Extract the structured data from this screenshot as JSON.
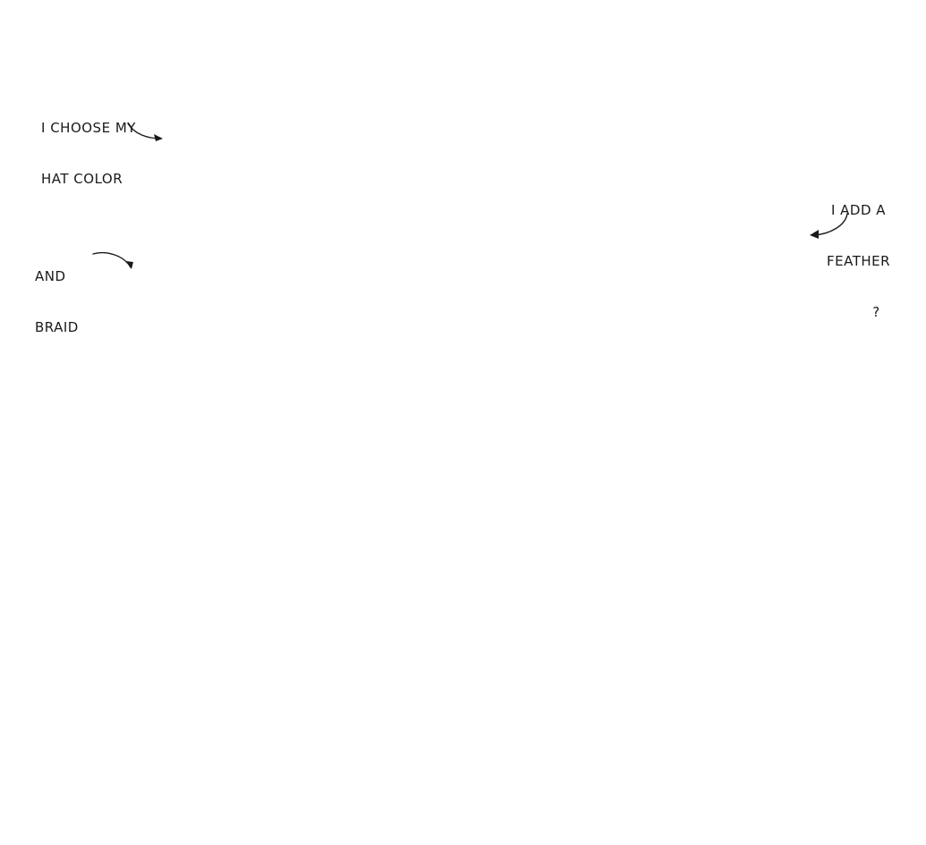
{
  "notes": {
    "hat_color": {
      "line1": "i choose my",
      "line2": "hat color"
    },
    "braid": {
      "line1": "and",
      "line2": "braid"
    },
    "feather": {
      "line1": "i add a",
      "line2": "feather",
      "line3": "?"
    }
  },
  "colors": {
    "background": "#ffffff",
    "ink": "#1a1a1a"
  },
  "icons": [
    "curved-arrow-icon"
  ]
}
